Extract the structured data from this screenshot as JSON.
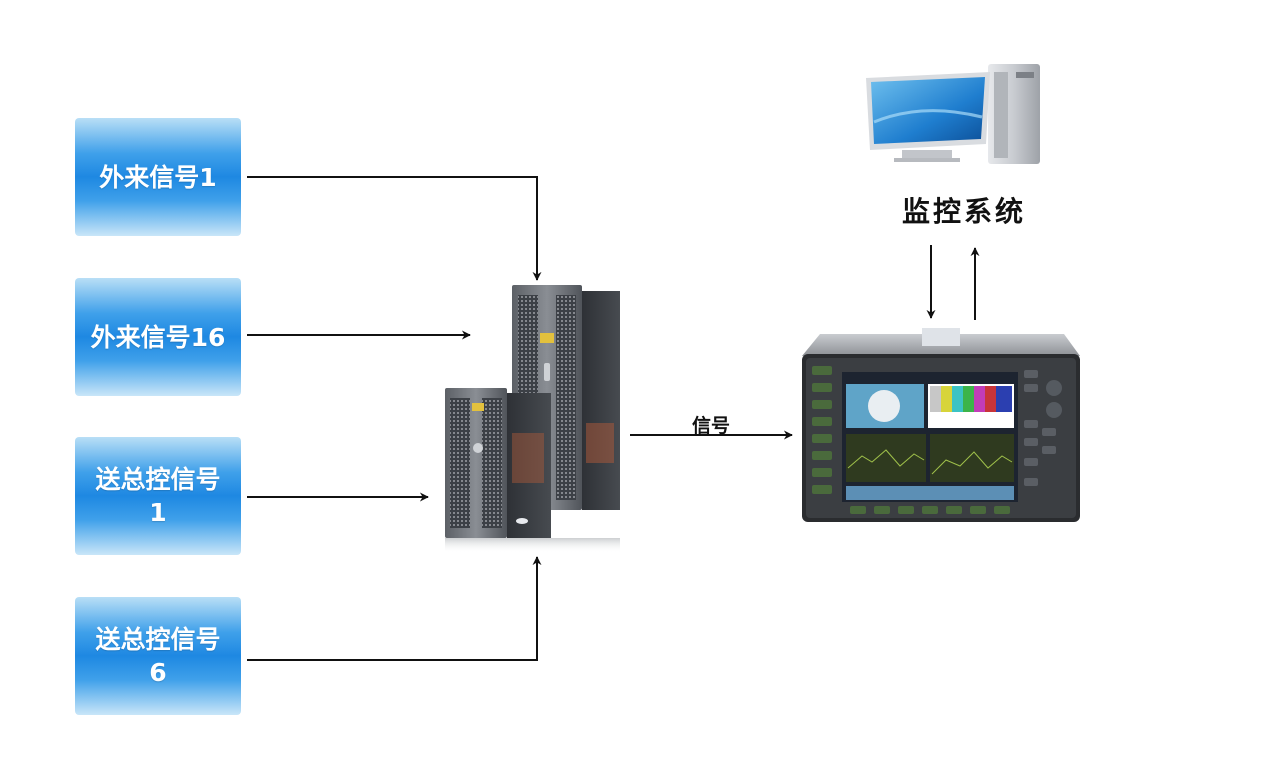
{
  "sources": [
    {
      "line1": "外来信号1",
      "line2": ""
    },
    {
      "line1": "外来信号16",
      "line2": ""
    },
    {
      "line1": "送总控信号",
      "line2": "1"
    },
    {
      "line1": "送总控信号",
      "line2": "6"
    }
  ],
  "signal_label": "信号",
  "monitor_label": "监控系统",
  "icons": {
    "router": "server-rack-icon",
    "analyzer": "signal-analyzer-icon",
    "computer": "desktop-computer-icon"
  },
  "colors": {
    "box_top": "#b9dff6",
    "box_mid": "#1e88e2",
    "line": "#111111"
  }
}
